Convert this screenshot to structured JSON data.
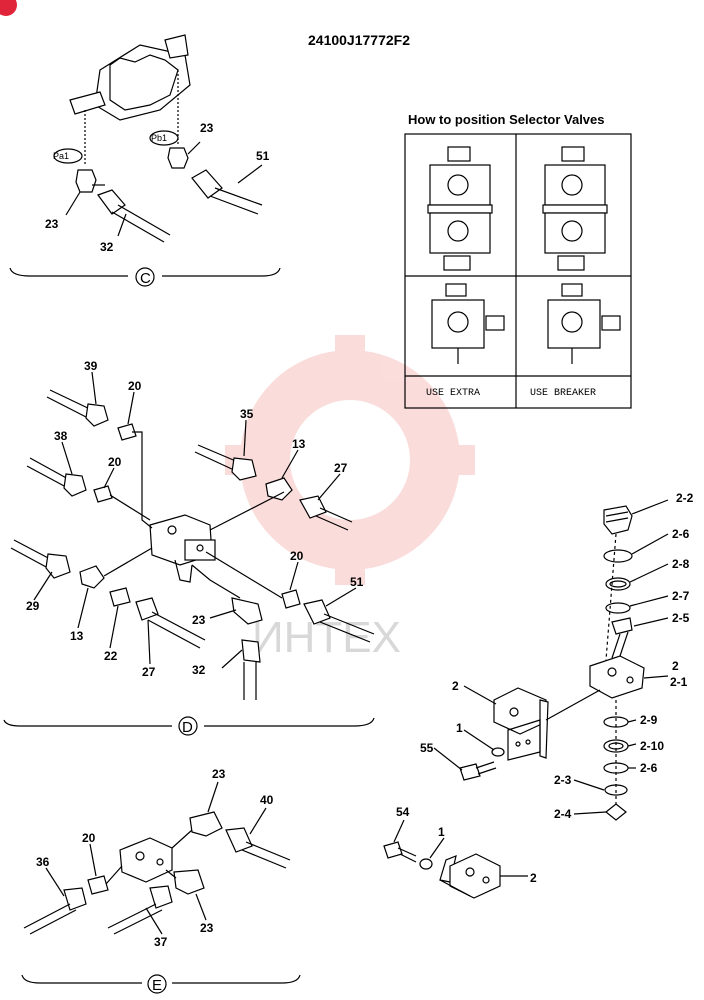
{
  "header": {
    "part_number": "24100J17772F2"
  },
  "selector_panel": {
    "title": "How to position Selector Valves",
    "left_caption": "USE EXTRA",
    "right_caption": "USE BREAKER"
  },
  "view_c": {
    "marker": "C",
    "ports": [
      "Pa1",
      "Pb1"
    ],
    "callouts": [
      "23",
      "23",
      "51",
      "32"
    ]
  },
  "view_d": {
    "marker": "D",
    "callouts": [
      "39",
      "20",
      "38",
      "20",
      "35",
      "13",
      "27",
      "29",
      "13",
      "22",
      "27",
      "23",
      "32",
      "20",
      "51"
    ]
  },
  "view_e": {
    "marker": "E",
    "callouts": [
      "23",
      "40",
      "20",
      "36",
      "37",
      "23"
    ]
  },
  "valve_assembly": {
    "callouts": [
      "2-2",
      "2-6",
      "2-8",
      "2-7",
      "2-5",
      "2",
      "2-1",
      "2-9",
      "2-10",
      "2-6",
      "2-3",
      "2-4",
      "2",
      "1",
      "55"
    ]
  },
  "bracket_assembly": {
    "callouts": [
      "54",
      "1",
      "2"
    ]
  },
  "watermark": {
    "text": "ИНТЕХ",
    "color": "#e8423e"
  }
}
